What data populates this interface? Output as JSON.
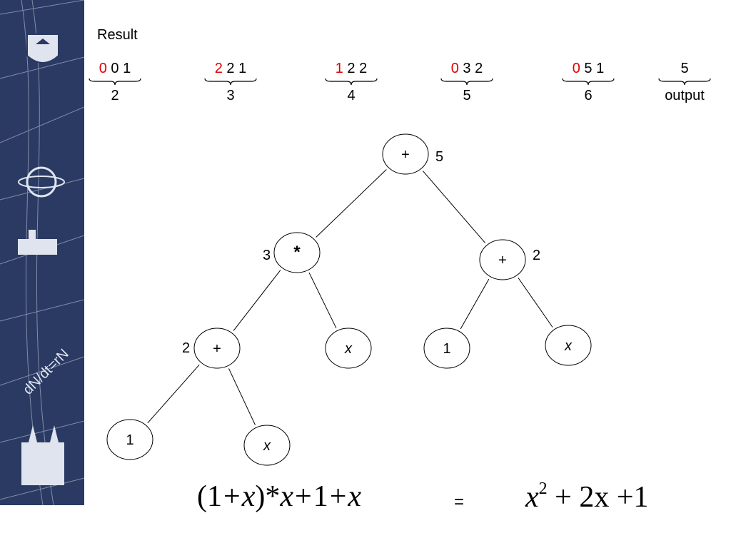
{
  "title": "Result",
  "groups": [
    {
      "first": "0",
      "rest": " 0 1",
      "label": "2"
    },
    {
      "first": "2",
      "rest": " 2 1",
      "label": "3"
    },
    {
      "first": "1",
      "rest": " 2 2",
      "label": "4"
    },
    {
      "first": "0",
      "rest": " 3 2",
      "label": "5"
    },
    {
      "first": "0",
      "rest": " 5 1",
      "label": "6"
    },
    {
      "first": "",
      "rest": "5",
      "label": "output"
    }
  ],
  "tree": {
    "nodes": [
      {
        "id": "root",
        "op": "+",
        "index": "5",
        "italic": false
      },
      {
        "id": "mul",
        "op": "*",
        "index": "3",
        "italic": false
      },
      {
        "id": "plus-right",
        "op": "+",
        "index": "2",
        "italic": false
      },
      {
        "id": "plus-left",
        "op": "+",
        "index": "2",
        "italic": false
      },
      {
        "id": "x-mid",
        "op": "x",
        "index": "",
        "italic": true
      },
      {
        "id": "one-right",
        "op": "1",
        "index": "",
        "italic": false
      },
      {
        "id": "x-right",
        "op": "x",
        "index": "",
        "italic": true
      },
      {
        "id": "one-left",
        "op": "1",
        "index": "",
        "italic": false
      },
      {
        "id": "x-left",
        "op": "x",
        "index": "",
        "italic": true
      }
    ],
    "edges": [
      [
        "root",
        "mul"
      ],
      [
        "root",
        "plus-right"
      ],
      [
        "mul",
        "plus-left"
      ],
      [
        "mul",
        "x-mid"
      ],
      [
        "plus-right",
        "one-right"
      ],
      [
        "plus-right",
        "x-right"
      ],
      [
        "plus-left",
        "one-left"
      ],
      [
        "plus-left",
        "x-left"
      ]
    ]
  },
  "formula": {
    "lhs": "(1+x)*x+1+x",
    "equals": "=",
    "rhs_base": "x",
    "rhs_exp": "2",
    "rhs_tail": " + 2x +1"
  },
  "colors": {
    "highlight": "#e30000",
    "sidebar": "#2a3a63"
  }
}
